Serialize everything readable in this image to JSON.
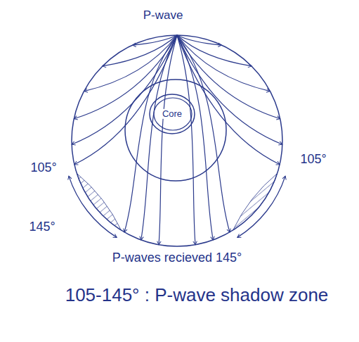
{
  "diagram": {
    "nodes": [
      {
        "text": [
          "Core"
        ]
      }
    ],
    "labels": [
      "P-wave",
      "105°",
      "105°",
      "145°",
      "P-waves recieved 145°",
      "105-145° : P-wave shadow zone"
    ]
  }
}
